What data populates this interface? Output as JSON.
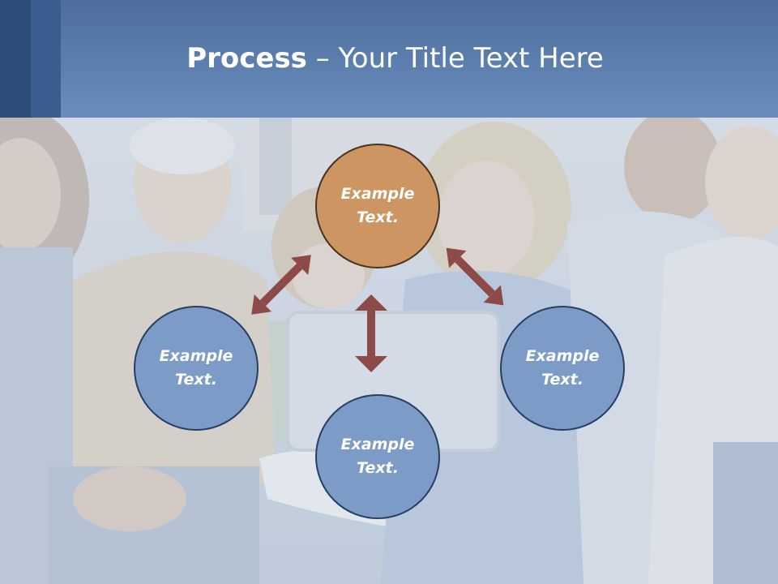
{
  "slide": {
    "title_bold": "Process",
    "title_rest": " – Your Title Text Here"
  },
  "process": {
    "top": "Example Text.",
    "left": "Example Text.",
    "right": "Example Text.",
    "bottom": "Example Text."
  },
  "colors": {
    "header": "#6a8dbd",
    "header_dark": "#2d4c78",
    "accent_orange": "#cc9562",
    "circle_blue": "#7d9bc7",
    "arrow": "#8c4a48"
  }
}
